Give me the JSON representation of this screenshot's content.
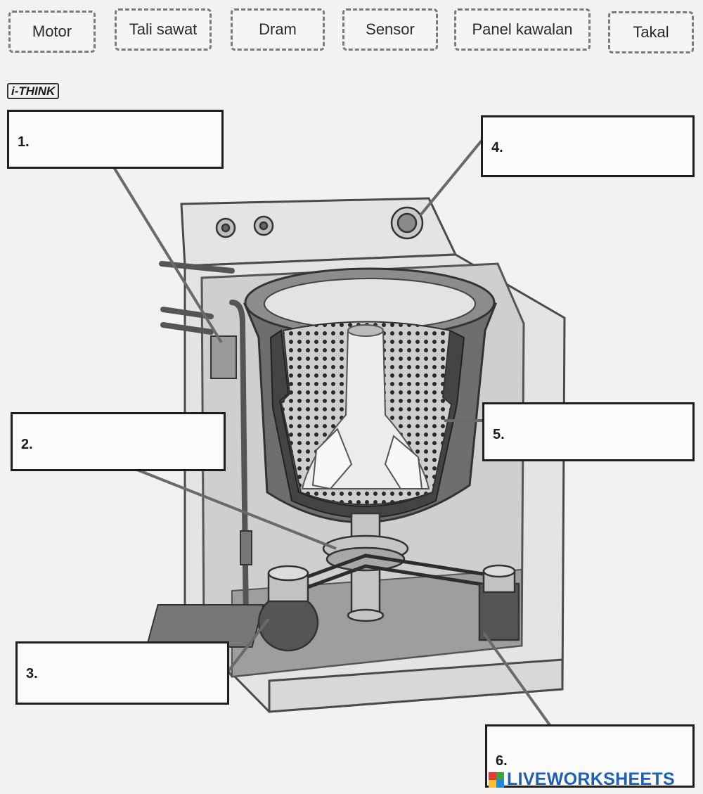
{
  "word_bank": [
    "Motor",
    "Tali sawat",
    "Dram",
    "Sensor",
    "Panel kawalan",
    "Takal"
  ],
  "ithink": "i-THINK",
  "labels": [
    {
      "number": "1.",
      "answer": ""
    },
    {
      "number": "2.",
      "answer": ""
    },
    {
      "number": "3.",
      "answer": ""
    },
    {
      "number": "4.",
      "answer": ""
    },
    {
      "number": "5.",
      "answer": ""
    },
    {
      "number": "6.",
      "answer": ""
    }
  ],
  "watermark": {
    "text": "LIVEWORKSHEETS",
    "logo_colors": [
      "#e53935",
      "#43a047",
      "#fbc02d",
      "#1e88e5"
    ],
    "color": "#1f5fb8"
  }
}
